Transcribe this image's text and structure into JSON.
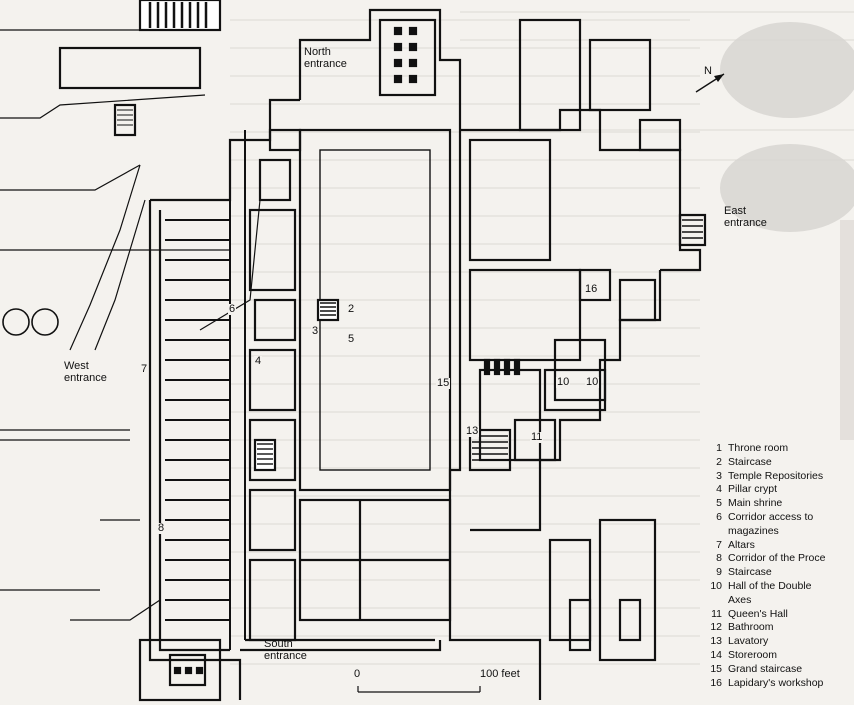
{
  "labels": {
    "north_entrance": [
      "North",
      "entrance"
    ],
    "east_entrance": [
      "East",
      "entrance"
    ],
    "west_entrance": [
      "West",
      "entrance"
    ],
    "south_entrance": [
      "South",
      "entrance"
    ]
  },
  "north_arrow": "N",
  "scale": {
    "zero": "0",
    "end": "100 feet"
  },
  "plan_numbers": [
    "2",
    "3",
    "4",
    "5",
    "6",
    "7",
    "8",
    "10",
    "10",
    "11",
    "13",
    "15",
    "16"
  ],
  "legend": [
    {
      "n": "1",
      "t": "Throne room"
    },
    {
      "n": "2",
      "t": "Staircase"
    },
    {
      "n": "3",
      "t": "Temple Repositories"
    },
    {
      "n": "4",
      "t": "Pillar crypt"
    },
    {
      "n": "5",
      "t": "Main shrine"
    },
    {
      "n": "6",
      "t": "Corridor access to"
    },
    {
      "n": "",
      "t": "magazines"
    },
    {
      "n": "7",
      "t": "Altars"
    },
    {
      "n": "8",
      "t": "Corridor of the Proce"
    },
    {
      "n": "9",
      "t": "Staircase"
    },
    {
      "n": "10",
      "t": "Hall of the Double"
    },
    {
      "n": "",
      "t": "Axes"
    },
    {
      "n": "11",
      "t": "Queen's Hall"
    },
    {
      "n": "12",
      "t": "Bathroom"
    },
    {
      "n": "13",
      "t": "Lavatory"
    },
    {
      "n": "14",
      "t": "Storeroom"
    },
    {
      "n": "15",
      "t": "Grand staircase"
    },
    {
      "n": "16",
      "t": "Lapidary's workshop"
    }
  ]
}
